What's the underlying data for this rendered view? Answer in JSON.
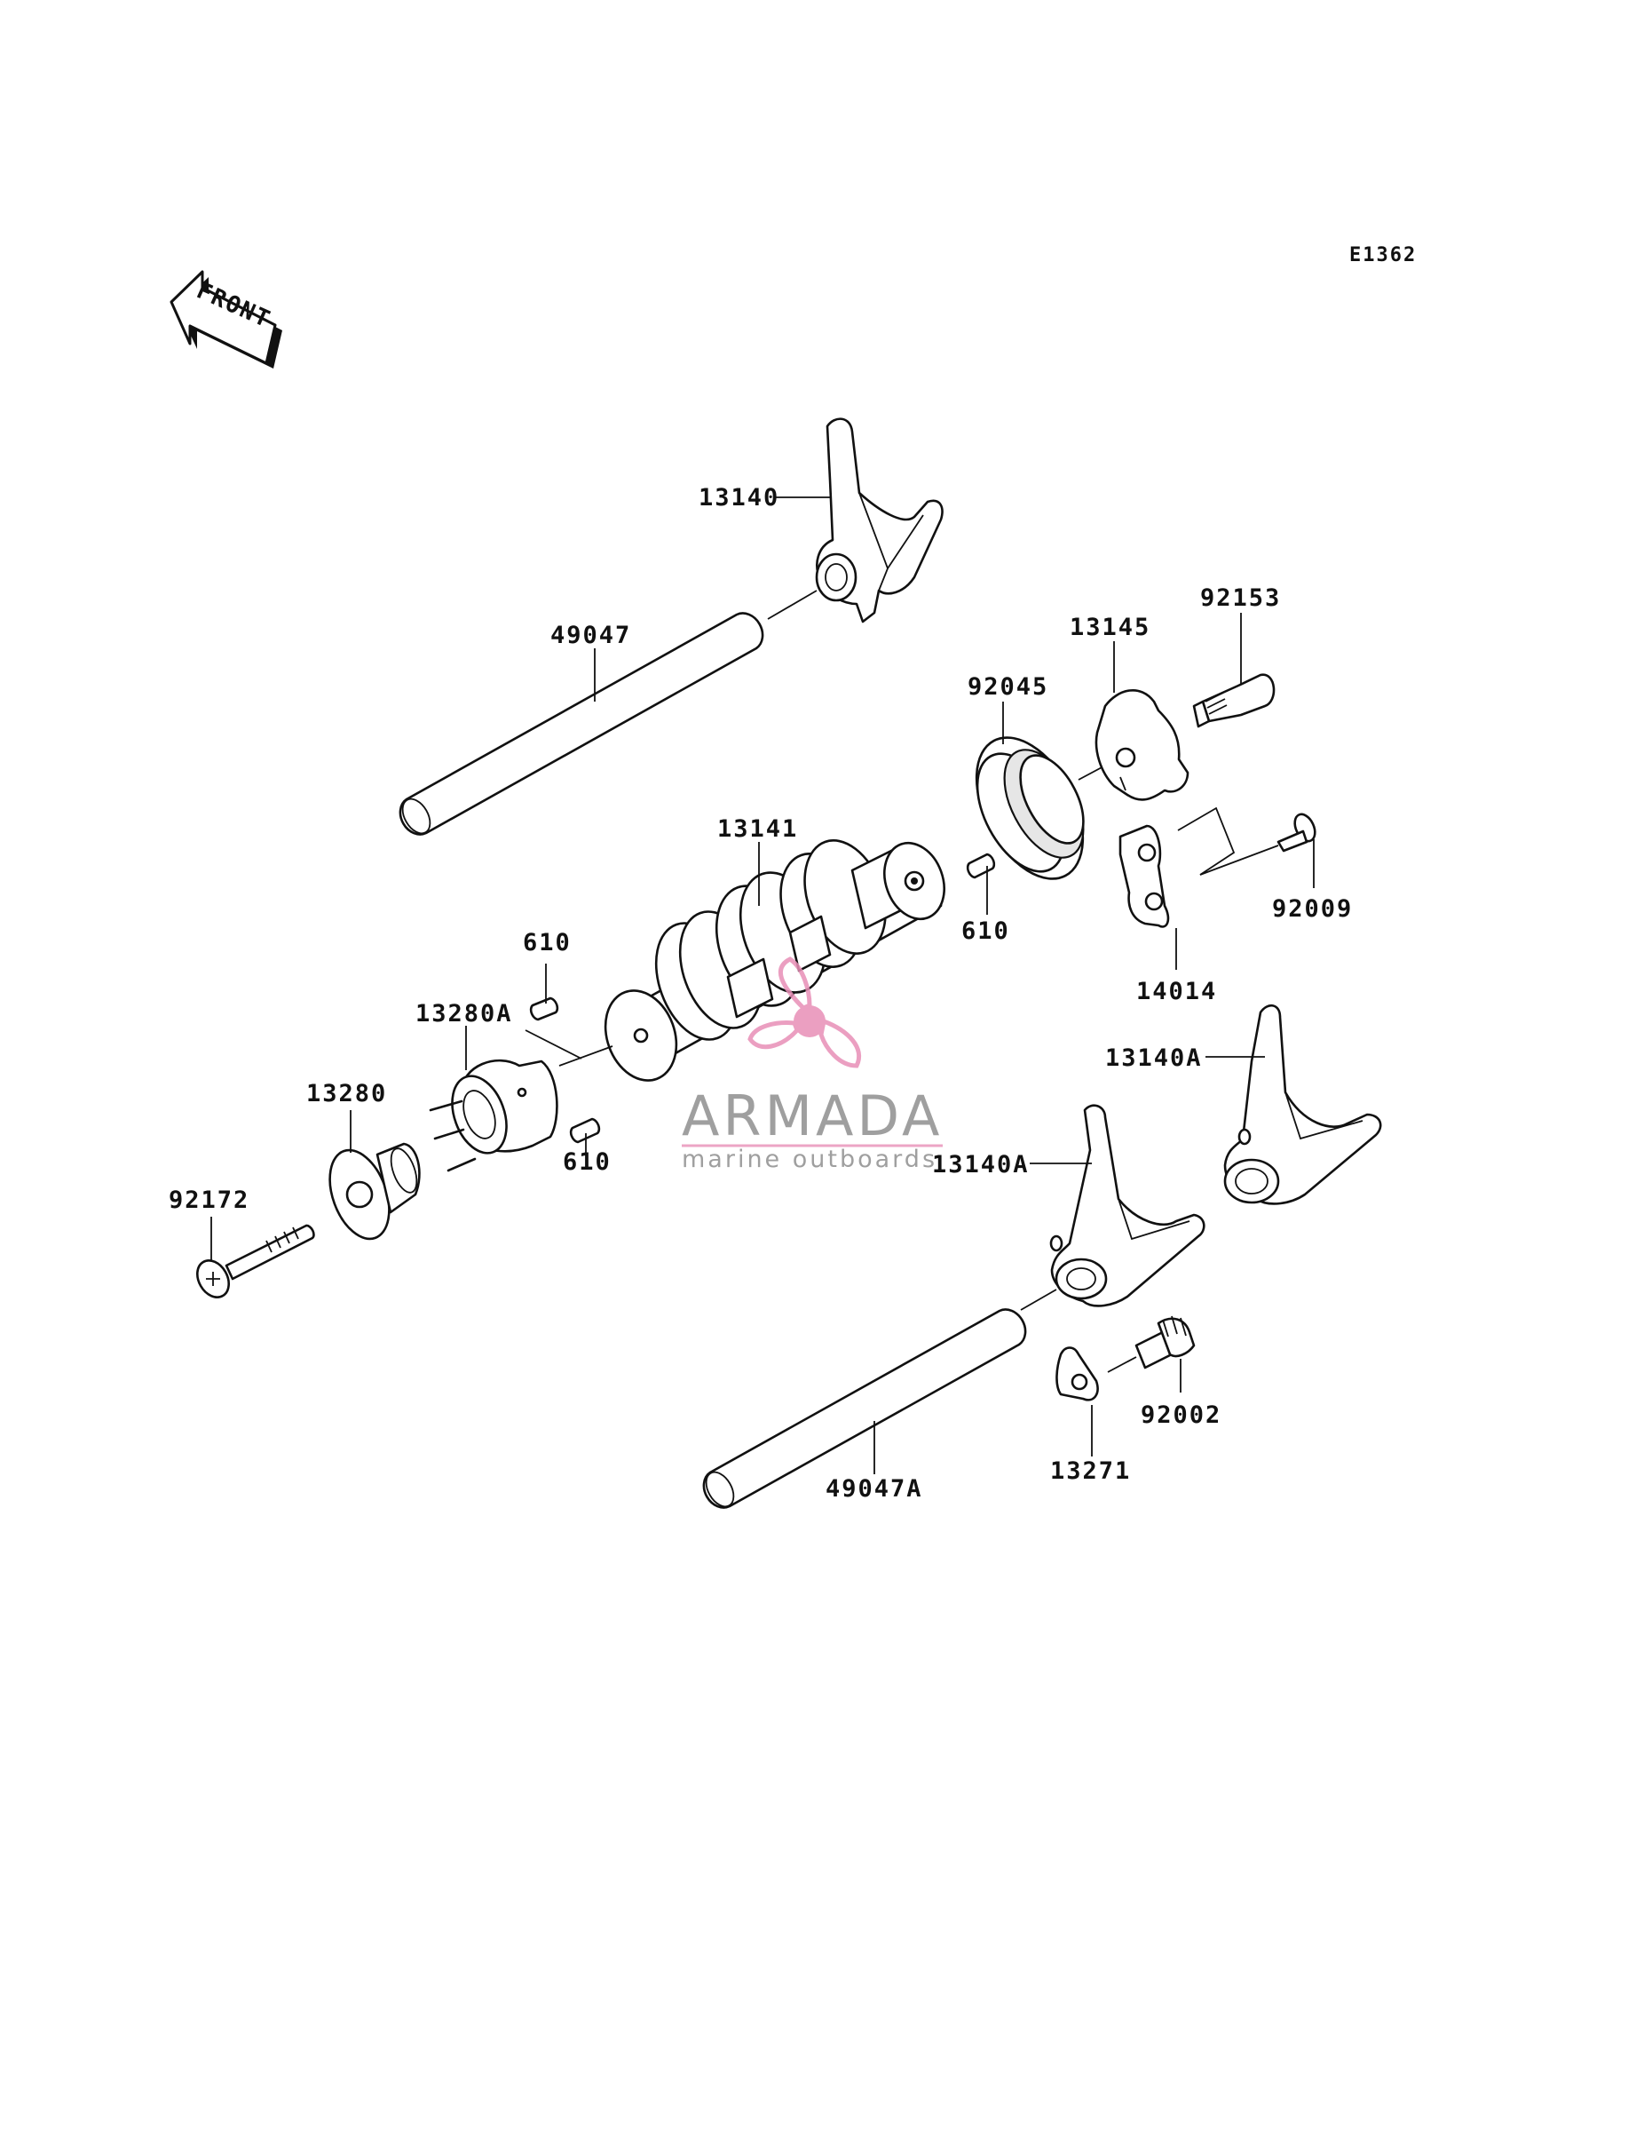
{
  "diagram": {
    "code": "E1362",
    "front_label": "FRONT",
    "watermark": {
      "name": "ARMADA",
      "tagline": "marine outboards",
      "accent_color": "#e88fb7"
    },
    "parts": [
      {
        "key": "p13140",
        "label": "13140"
      },
      {
        "key": "p49047",
        "label": "49047"
      },
      {
        "key": "p13145",
        "label": "13145"
      },
      {
        "key": "p92153",
        "label": "92153"
      },
      {
        "key": "p92045",
        "label": "92045"
      },
      {
        "key": "p13141",
        "label": "13141"
      },
      {
        "key": "p610a",
        "label": "610"
      },
      {
        "key": "p610b",
        "label": "610"
      },
      {
        "key": "p610c",
        "label": "610"
      },
      {
        "key": "p92009",
        "label": "92009"
      },
      {
        "key": "p14014",
        "label": "14014"
      },
      {
        "key": "p13280A",
        "label": "13280A"
      },
      {
        "key": "p13280",
        "label": "13280"
      },
      {
        "key": "p13140Aa",
        "label": "13140A"
      },
      {
        "key": "p13140Ab",
        "label": "13140A"
      },
      {
        "key": "p92172",
        "label": "92172"
      },
      {
        "key": "p92002",
        "label": "92002"
      },
      {
        "key": "p13271",
        "label": "13271"
      },
      {
        "key": "p49047A",
        "label": "49047A"
      }
    ]
  }
}
